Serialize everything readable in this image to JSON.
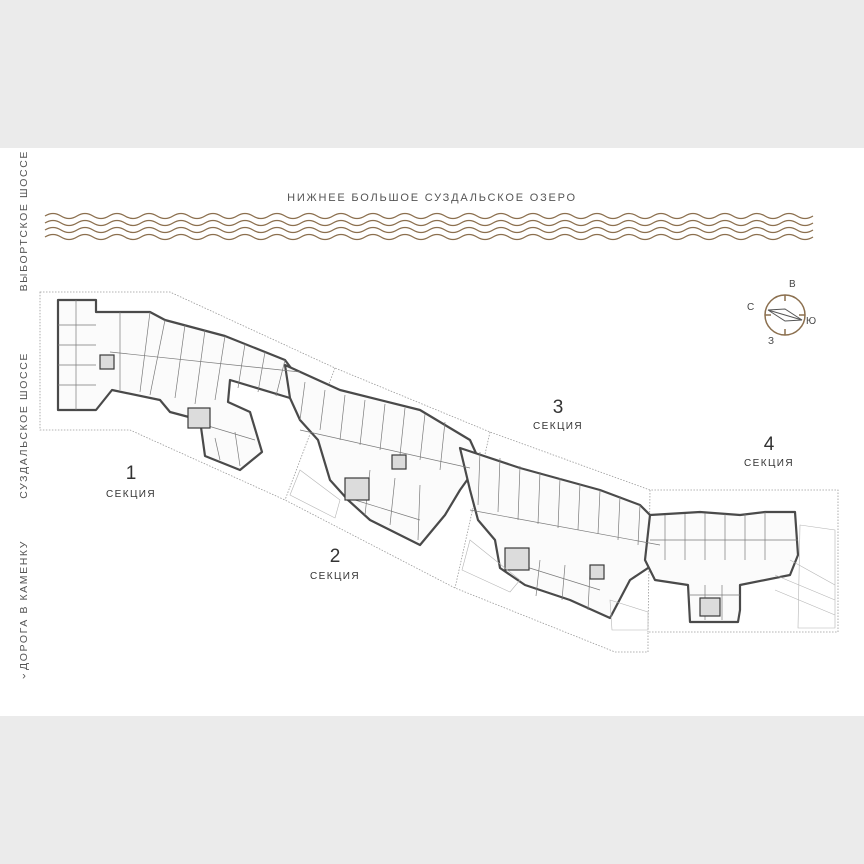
{
  "lake": {
    "title": "НИЖНЕЕ БОЛЬШОЕ СУЗДАЛЬСКОЕ ОЗЕРО"
  },
  "roads": [
    {
      "label": "ВЫБОРТСКОЕ ШОССЕ",
      "arrow": ""
    },
    {
      "label": "СУЗДАЛЬСКОЕ ШОССЕ",
      "arrow": ""
    },
    {
      "label": "ДОРОГА В КАМЕНКУ",
      "arrow": "‹ "
    }
  ],
  "compass": {
    "north": "С",
    "east": "В",
    "south": "Ю",
    "west": "З"
  },
  "sections": [
    {
      "number": "1",
      "label": "СЕКЦИЯ"
    },
    {
      "number": "2",
      "label": "СЕКЦИЯ"
    },
    {
      "number": "3",
      "label": "СЕКЦИЯ"
    },
    {
      "number": "4",
      "label": "СЕКЦИЯ"
    }
  ],
  "colors": {
    "accent": "#8b6f4e",
    "line": "#5a5a5a",
    "paper": "#ffffff"
  }
}
